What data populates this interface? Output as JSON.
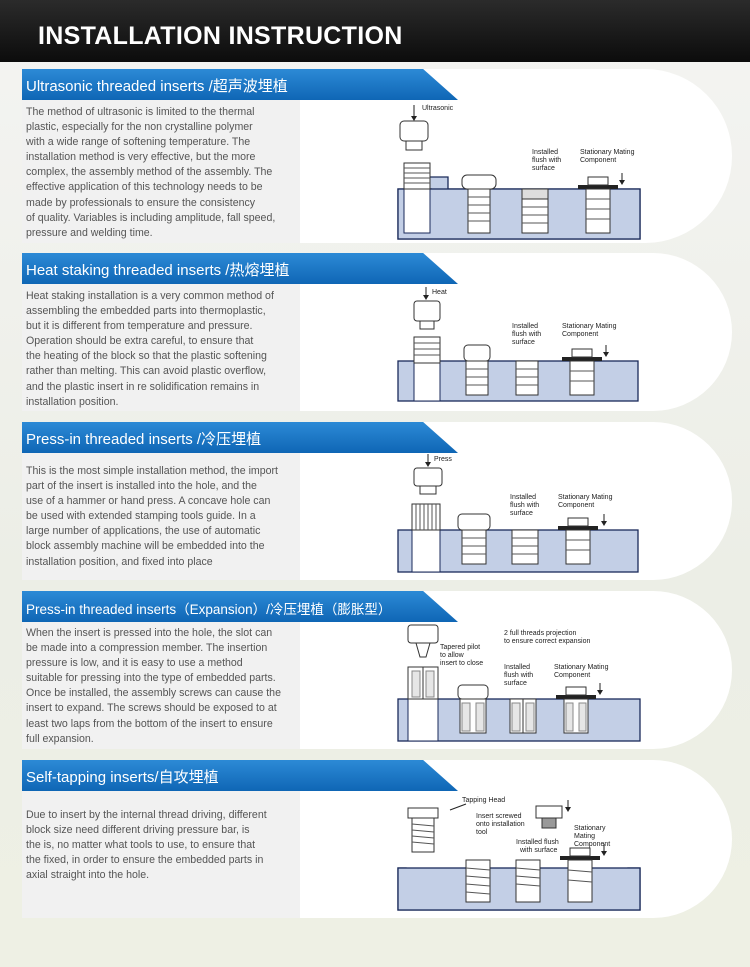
{
  "page": {
    "title": "INSTALLATION INSTRUCTION",
    "colors": {
      "header_bg": "#111111",
      "banner_blue": "#1a74c2",
      "block_fill": "#c3cfe6",
      "block_stroke": "#1a2a5a",
      "card_bg": "#ffffff",
      "text_panel_bg": "#f1f1f1"
    }
  },
  "sections": [
    {
      "title": "Ultrasonic  threaded  inserts /超声波埋植",
      "lines": [
        "The method of ultrasonic is limited to the thermal",
        "plastic, especially for the non crystalline polymer",
        "with a wide range of softening temperature. The",
        "installation method is very effective, but the more",
        "complex, the assembly method of the assembly. The",
        "effective application of this technology needs to be",
        "made by professionals to ensure the consistency",
        "of quality. Variables is including amplitude, fall speed,",
        "pressure and welding time."
      ],
      "diagram": {
        "tool_label": "Ultrasonic",
        "installed_label": [
          "Installed",
          "flush with",
          "surface"
        ],
        "mating_label": [
          "Stationary Mating",
          "Component"
        ]
      }
    },
    {
      "title": "Heat  staking threaded inserts /热熔埋植",
      "lines": [
        "Heat staking installation is a very common method of",
        "assembling the embedded parts into thermoplastic,",
        "but it is different from temperature and pressure.",
        "Operation should be extra careful, to ensure that",
        "the heating of the block so that the plastic softening",
        "rather than melting. This can avoid plastic overflow,",
        "and the plastic insert in re solidification remains in",
        "installation position."
      ],
      "diagram": {
        "tool_label": "Heat",
        "installed_label": [
          "Installed",
          "flush with",
          "surface"
        ],
        "mating_label": [
          "Stationary Mating",
          "Component"
        ]
      }
    },
    {
      "title": "Press-in threaded inserts /冷压埋植",
      "lines": [
        "This is the most simple installation method, the import",
        "part of the insert is installed into the hole, and the",
        "use of a hammer or hand press. A concave hole can",
        "be used with extended stamping tools guide. In a",
        "large number of applications, the use of automatic",
        "block assembly machine will be embedded into the",
        "installation position, and fixed into place"
      ],
      "diagram": {
        "tool_label": "Press",
        "installed_label": [
          "Installed",
          "flush with",
          "surface"
        ],
        "mating_label": [
          "Stationary Mating",
          "Component"
        ]
      }
    },
    {
      "title": "Press-in threaded inserts（Expansion）/冷压埋植（膨胀型）",
      "lines": [
        "When the insert is pressed into the hole, the slot can",
        "be made into a compression member. The insertion",
        "pressure is low, and it is easy to use a method",
        "suitable for pressing into the type of embedded parts.",
        "Once be installed, the assembly screws can cause the",
        "insert to expand. The screws should be exposed to at",
        "least two laps from the bottom of the insert to ensure",
        "full expansion."
      ],
      "diagram": {
        "pilot_label": [
          "Tapered pilot",
          "to allow",
          "insert to close"
        ],
        "threads_label": [
          "2 full threads  projection",
          "to ensure correct expansion"
        ],
        "installed_label": [
          "Installed",
          "flush with",
          "surface"
        ],
        "mating_label": [
          "Stationary Mating",
          "Component"
        ]
      }
    },
    {
      "title": "Self-tapping inserts/自攻埋植",
      "lines": [
        "Due to insert by the internal thread driving, different",
        "block size need different driving pressure bar, is",
        "the is, no matter what tools to use, to ensure that",
        "the fixed, in order to ensure the embedded parts in",
        "axial straight into the hole."
      ],
      "diagram": {
        "tool_label": "Tapping Head",
        "screwed_label": [
          "Insert screwed",
          "onto installation",
          "tool"
        ],
        "installed_label": [
          "Installed flush",
          "with surface"
        ],
        "mating_label": [
          "Stationary",
          "Mating",
          "Component"
        ]
      }
    }
  ]
}
